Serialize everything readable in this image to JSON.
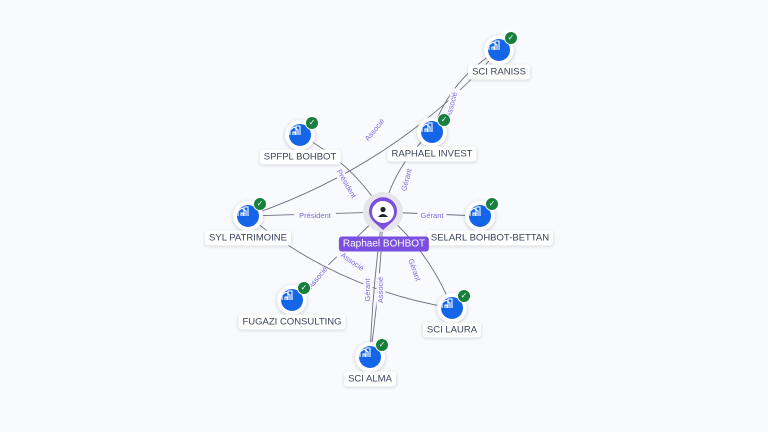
{
  "center": {
    "label": "Raphael BOHBOT",
    "icon": "person-icon"
  },
  "nodes": [
    {
      "id": "raniss",
      "label": "SCI RANISS",
      "verified": true
    },
    {
      "id": "spfpl",
      "label": "SPFPL BOHBOT",
      "verified": true
    },
    {
      "id": "invest",
      "label": "RAPHAEL INVEST",
      "verified": true
    },
    {
      "id": "syl",
      "label": "SYL PATRIMOINE",
      "verified": true
    },
    {
      "id": "selarl",
      "label": "SELARL BOHBOT-BETTAN",
      "verified": true
    },
    {
      "id": "fugazi",
      "label": "FUGAZI CONSULTING",
      "verified": true
    },
    {
      "id": "laura",
      "label": "SCI LAURA",
      "verified": true
    },
    {
      "id": "alma",
      "label": "SCI ALMA",
      "verified": true
    }
  ],
  "edges": [
    {
      "from": "syl",
      "to": "raniss",
      "label": "Associé"
    },
    {
      "from": "invest",
      "to": "raniss",
      "label": "Associé"
    },
    {
      "from": "center",
      "to": "spfpl",
      "label": "Président"
    },
    {
      "from": "center",
      "to": "invest",
      "label": "Gérant"
    },
    {
      "from": "center",
      "to": "syl",
      "label": "Président"
    },
    {
      "from": "center",
      "to": "selarl",
      "label": "Gérant"
    },
    {
      "from": "center",
      "to": "fugazi",
      "label": "Associé"
    },
    {
      "from": "syl",
      "to": "laura",
      "label": "Associé"
    },
    {
      "from": "center",
      "to": "alma",
      "label": "Gérant"
    },
    {
      "from": "center",
      "to": "alma",
      "label": "Associé"
    },
    {
      "from": "center",
      "to": "laura",
      "label": "Gérant"
    }
  ],
  "colors": {
    "accent": "#7b4fe0",
    "node": "#1565e8",
    "verified": "#16803c",
    "edge": "#6b7080"
  }
}
